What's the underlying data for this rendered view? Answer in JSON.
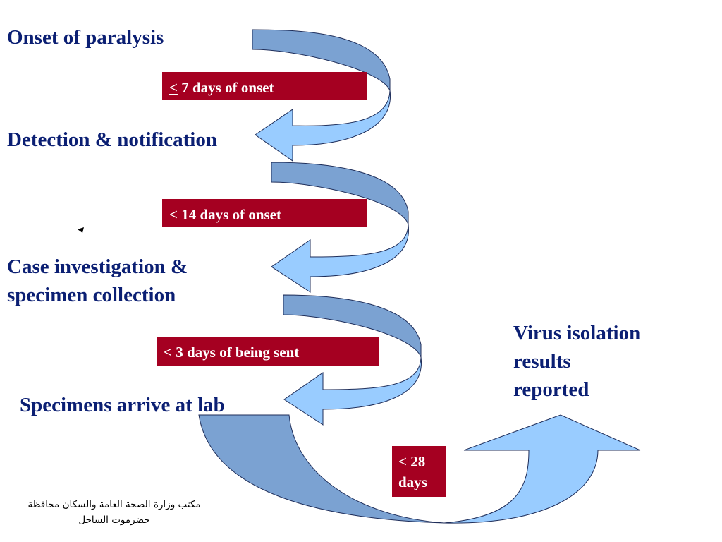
{
  "steps": [
    {
      "label": "Onset of paralysis"
    },
    {
      "label": "Detection & notification"
    },
    {
      "label": "Case investigation &",
      "label_line2": "specimen collection"
    },
    {
      "label": "Specimens arrive at lab"
    },
    {
      "label": "Virus isolation",
      "label_line2": "results",
      "label_line3": "reported"
    }
  ],
  "intervals": [
    {
      "symbol": "<",
      "text": " 7 days of onset",
      "symbol_underlined": true
    },
    {
      "symbol": "<",
      "text": " 14 days of onset"
    },
    {
      "symbol": "<",
      "text": " 3 days of being  sent"
    },
    {
      "symbol": "<",
      "text": " 28",
      "text_line2": "days"
    }
  ],
  "footer": {
    "line1": "مكتب وزارة الصحة العامة والسكان محافظة",
    "line2": "حضرموت الساحل"
  },
  "colors": {
    "arrow_dark": "#7ba2d2",
    "arrow_light": "#99ccff",
    "arrow_stroke": "#1f2e5a",
    "badge": "#a50021",
    "step_text": "#0b1f73"
  }
}
